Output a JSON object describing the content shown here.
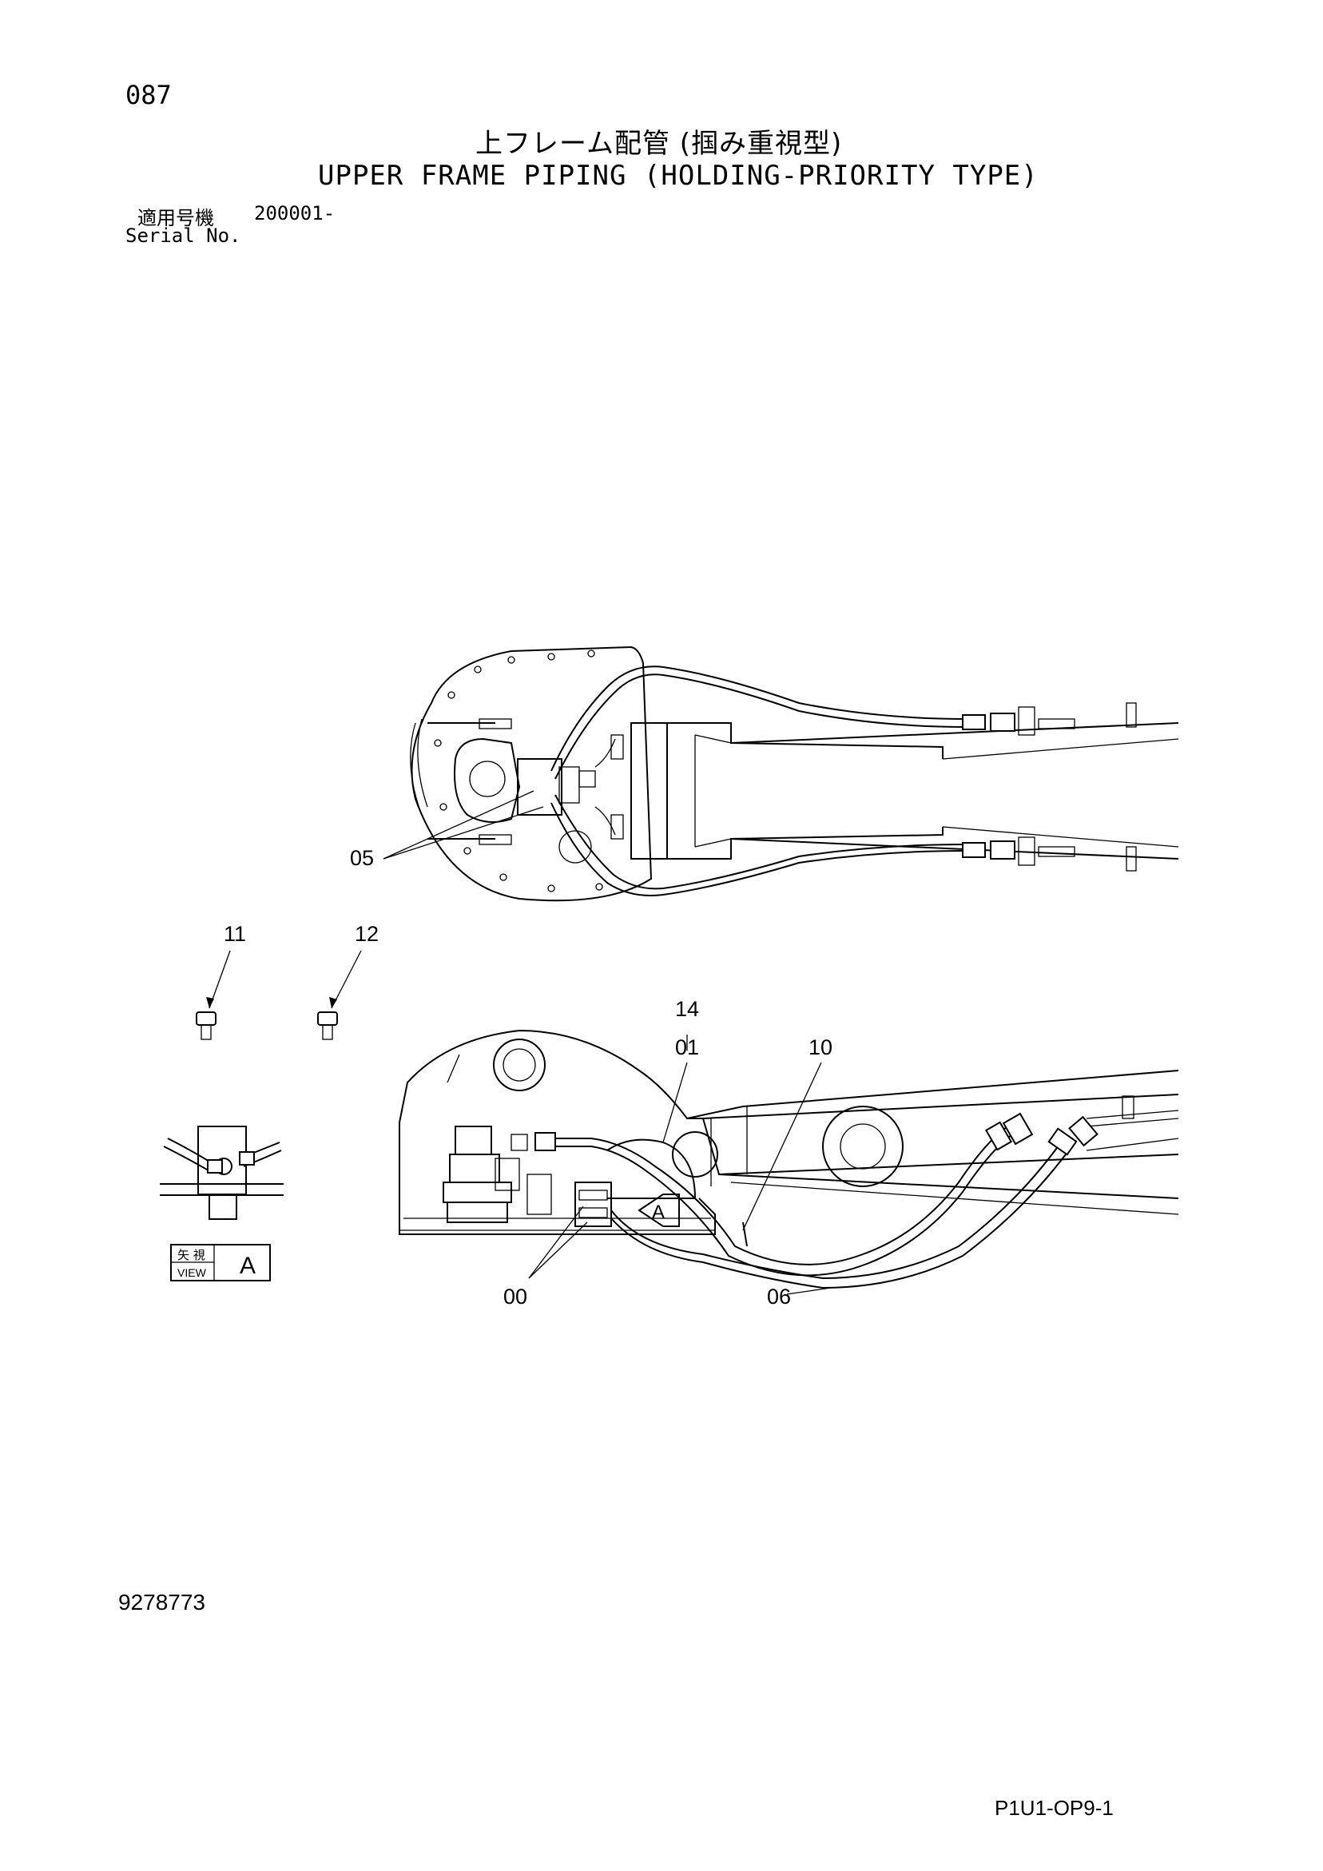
{
  "header": {
    "page_number": "087",
    "title_ja": "上フレーム配管 (掴み重視型)",
    "title_en": "UPPER FRAME PIPING (HOLDING-PRIORITY TYPE)",
    "serial_label_ja": "適用号機",
    "serial_value": "200001-",
    "serial_label_en": "Serial No."
  },
  "callouts": {
    "c05": "05",
    "c11": "11",
    "c12": "12",
    "c14": "14",
    "c01": "01",
    "c10": "10",
    "c00": "00",
    "c06": "06"
  },
  "view_label": {
    "arrow_label": "A",
    "view_ja": "矢 視",
    "view_en": "VIEW",
    "view_letter": "A"
  },
  "footer": {
    "doc_number": "9278773",
    "page_code": "P1U1-OP9-1"
  }
}
